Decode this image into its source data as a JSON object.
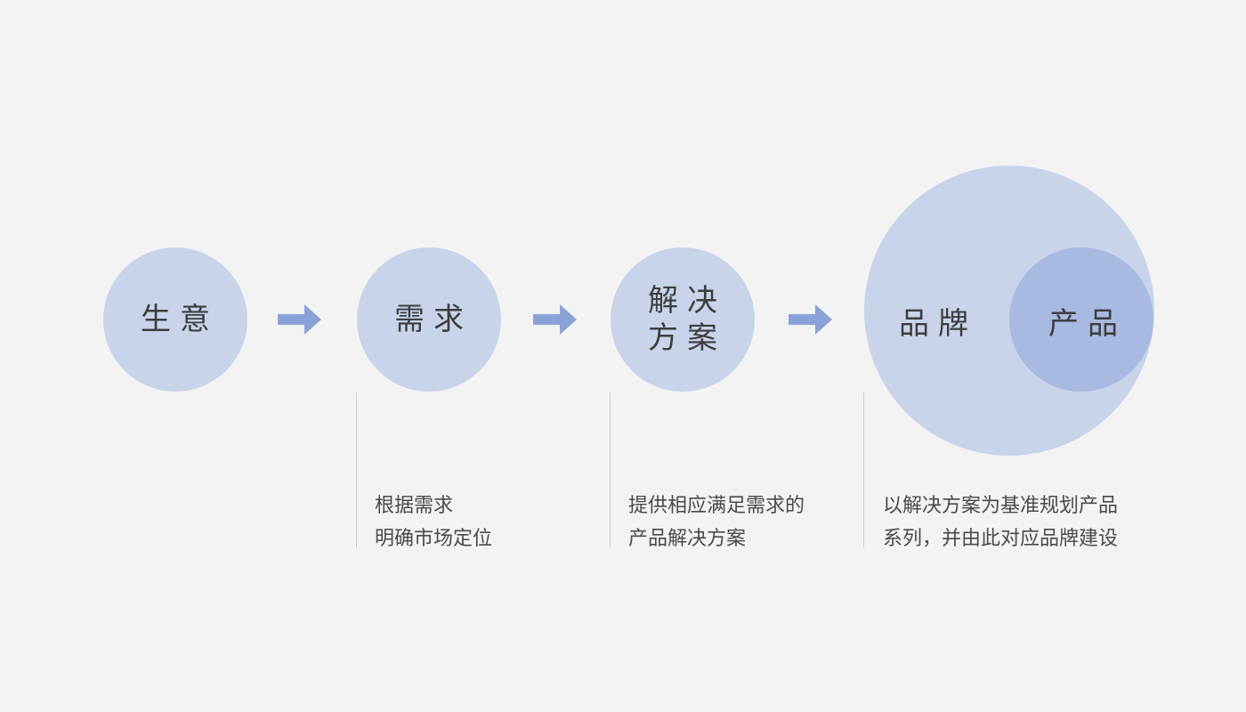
{
  "colors": {
    "background": "#f3f3f3",
    "circle": "#c9d4ea",
    "inner_circle": "#a8b9e2",
    "arrow": "#8aa2d8",
    "line": "#c2cce3",
    "text": "#3d3d3d"
  },
  "steps": [
    {
      "label": "生意"
    },
    {
      "label": "需求",
      "desc_lines": [
        "根据需求",
        "明确市场定位"
      ]
    },
    {
      "label": "解决方案",
      "desc_lines": [
        "提供相应满足需求的",
        "产品解决方案"
      ]
    },
    {
      "outer_label": "品牌",
      "inner_label": "产品",
      "desc_lines": [
        "以解决方案为基准规划产品",
        "系列，并由此对应品牌建设"
      ]
    }
  ],
  "arrows": [
    "arrow-right-icon",
    "arrow-right-icon",
    "arrow-right-icon"
  ]
}
